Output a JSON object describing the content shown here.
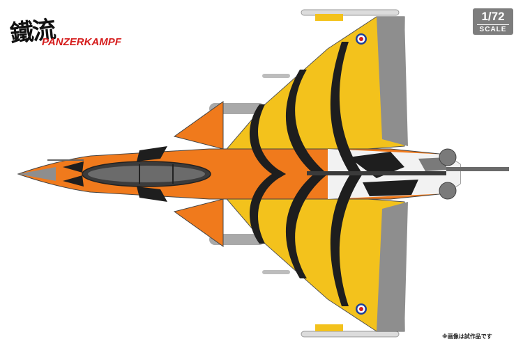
{
  "logo": {
    "kanji": "鐵流",
    "brand_first": "P",
    "brand_rest": "ANZERKAMPF"
  },
  "scale_badge": {
    "ratio": "1/72",
    "word": "SCALE"
  },
  "note": "※画像は試作品です",
  "colors": {
    "orange": "#f07a1c",
    "yellow": "#f3c21c",
    "black": "#1e1e1e",
    "grey": "#8e8e8e",
    "white": "#f2f2f2",
    "badge": "#7d7d7d",
    "brand_red": "#d51c1c"
  }
}
